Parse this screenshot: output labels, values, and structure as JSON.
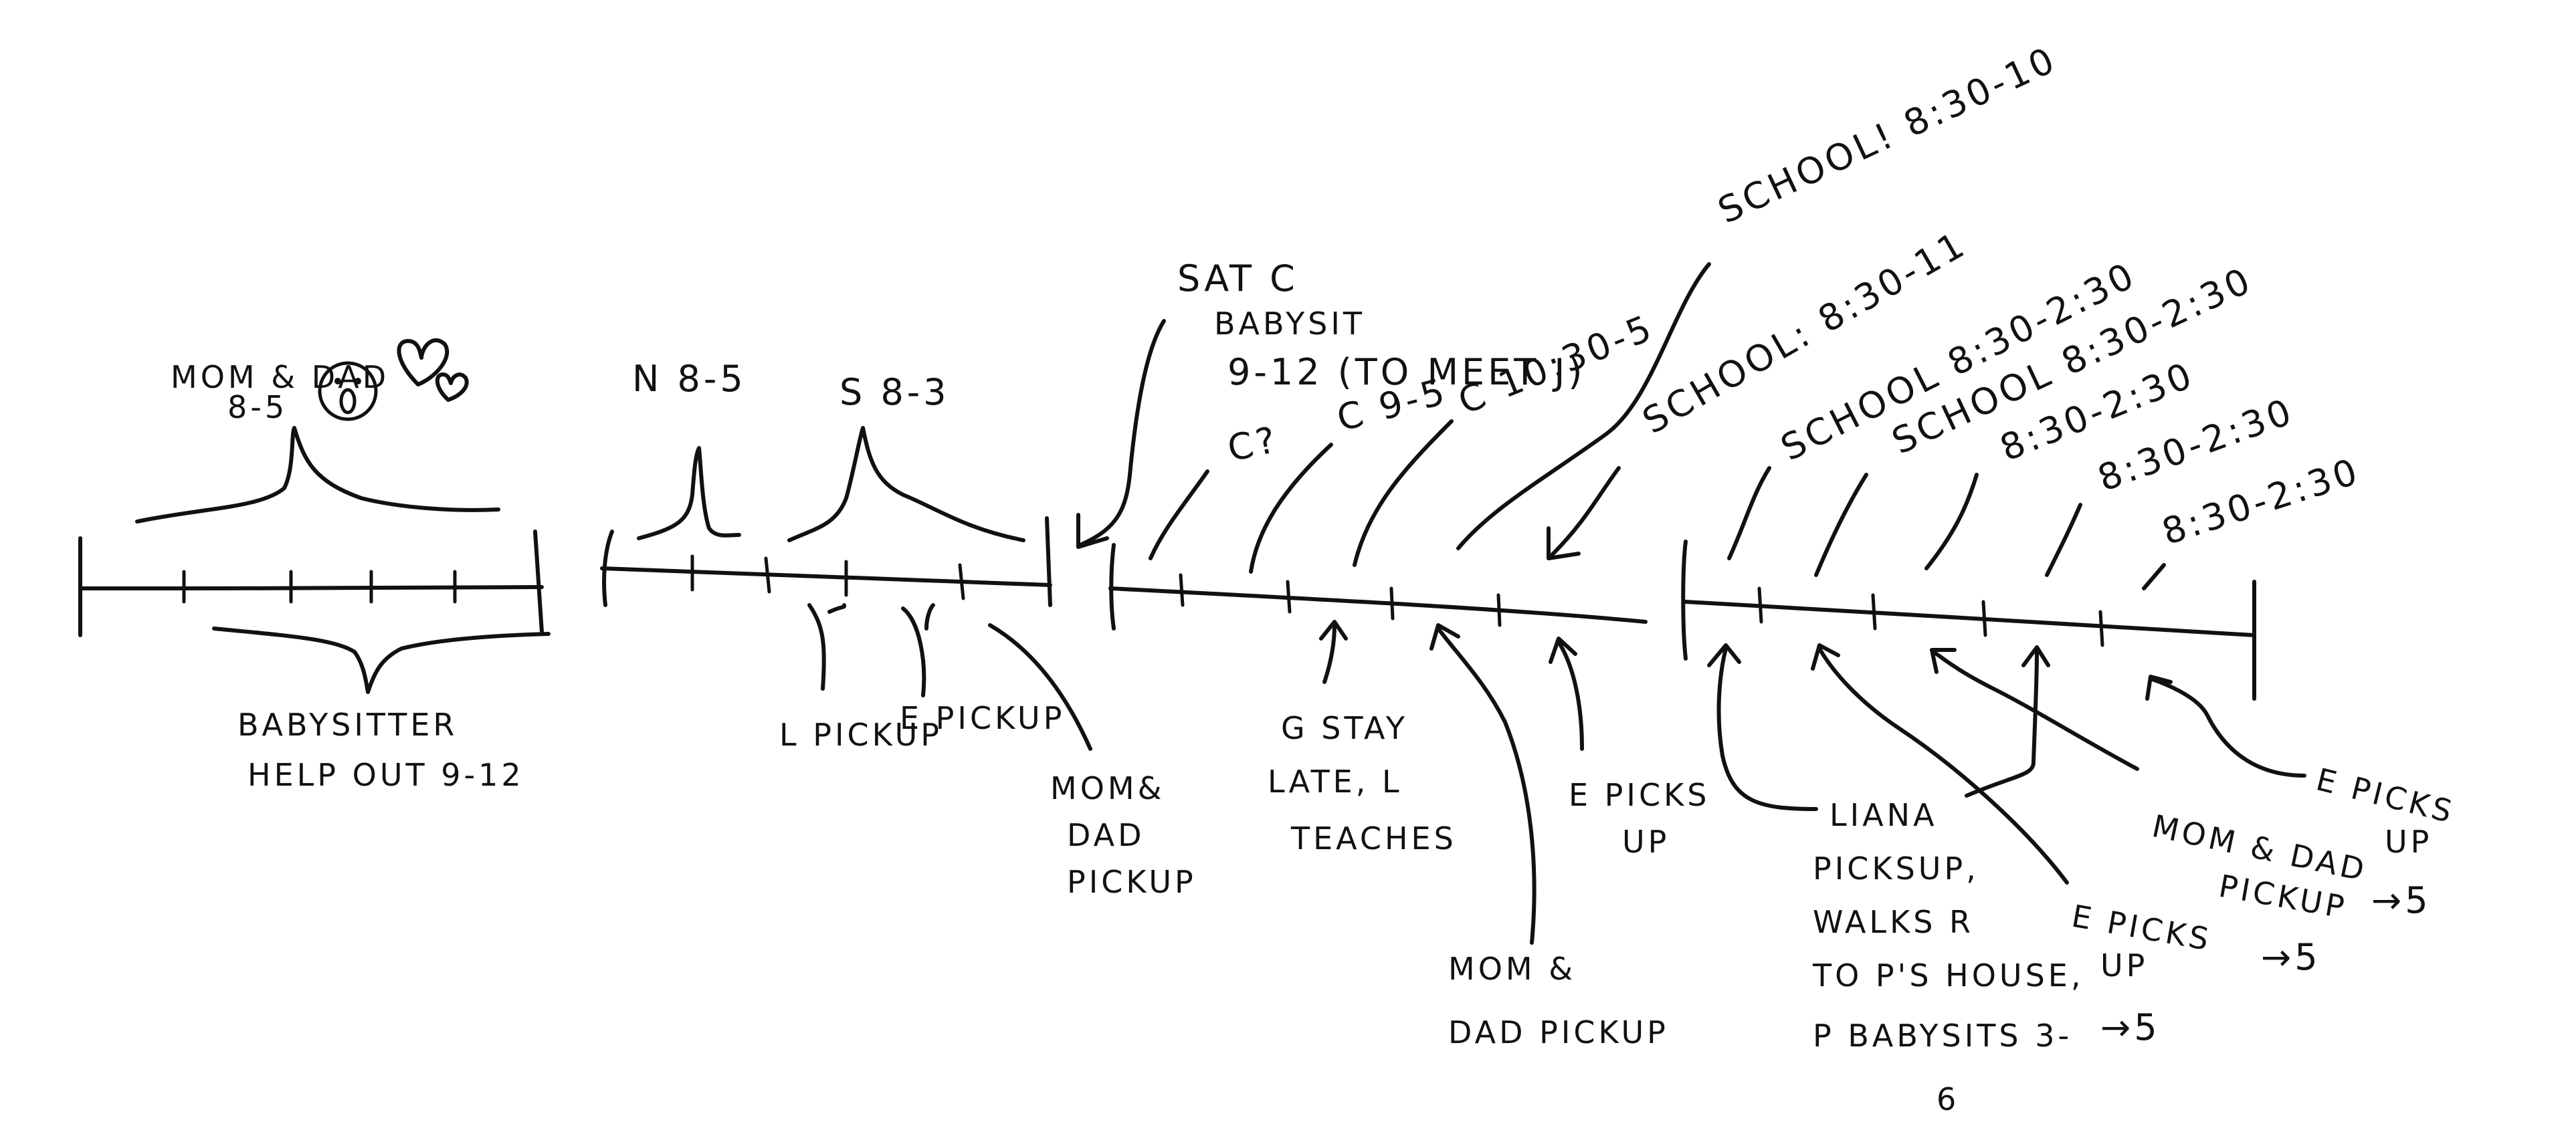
{
  "diagram": {
    "segment1": {
      "above_label_1": "MOM & DAD",
      "above_label_2": "8-5",
      "below_label_1": "BABYSITTER",
      "below_label_2": "HELP OUT 9-12"
    },
    "segment2": {
      "n_label": "N 8-5",
      "s_label": "S 8-3",
      "pickup_l": "L PICKUP",
      "pickup_e": "E PICKUP",
      "mom_dad_pickup_1": "MOM&",
      "mom_dad_pickup_2": "DAD",
      "mom_dad_pickup_3": "PICKUP"
    },
    "segment3": {
      "sat_1": "SAT C",
      "sat_2": "BABYSIT",
      "sat_3": "9-12 (TO MEET J)",
      "c_q": "C?",
      "c_9_5": "C 9-5",
      "c_1030_5": "C 10:30-5",
      "school_1": "SCHOOL! 8:30-10",
      "school_2": "SCHOOL: 8:30-11",
      "g_stay_1": "G STAY",
      "g_stay_2": "LATE, L",
      "g_stay_3": "TEACHES",
      "mom_dad_1": "MOM &",
      "mom_dad_2": "DAD PICKUP",
      "e_picks_1": "E PICKS",
      "e_picks_2": "UP"
    },
    "segment4": {
      "school_a": "SCHOOL 8:30-2:30",
      "school_b": "SCHOOL 8:30-2:30",
      "time_c": "8:30-2:30",
      "time_d": "8:30-2:30",
      "time_e": "8:30-2:30",
      "liana_1": "LIANA",
      "liana_2": "PICKSUP,",
      "liana_3": "WALKS R",
      "liana_4": "TO P'S HOUSE,",
      "liana_5": "P BABYSITS 3-",
      "liana_6": "6",
      "e_picks_1": "E PICKS",
      "e_picks_2": "UP",
      "e_picks_3": "→5",
      "mom_dad_1": "MOM & DAD",
      "mom_dad_2": "PICKUP",
      "mom_dad_3": "→5",
      "e_picks_b1": "E PICKS",
      "e_picks_b2": "UP",
      "e_picks_b3": "→5"
    }
  }
}
